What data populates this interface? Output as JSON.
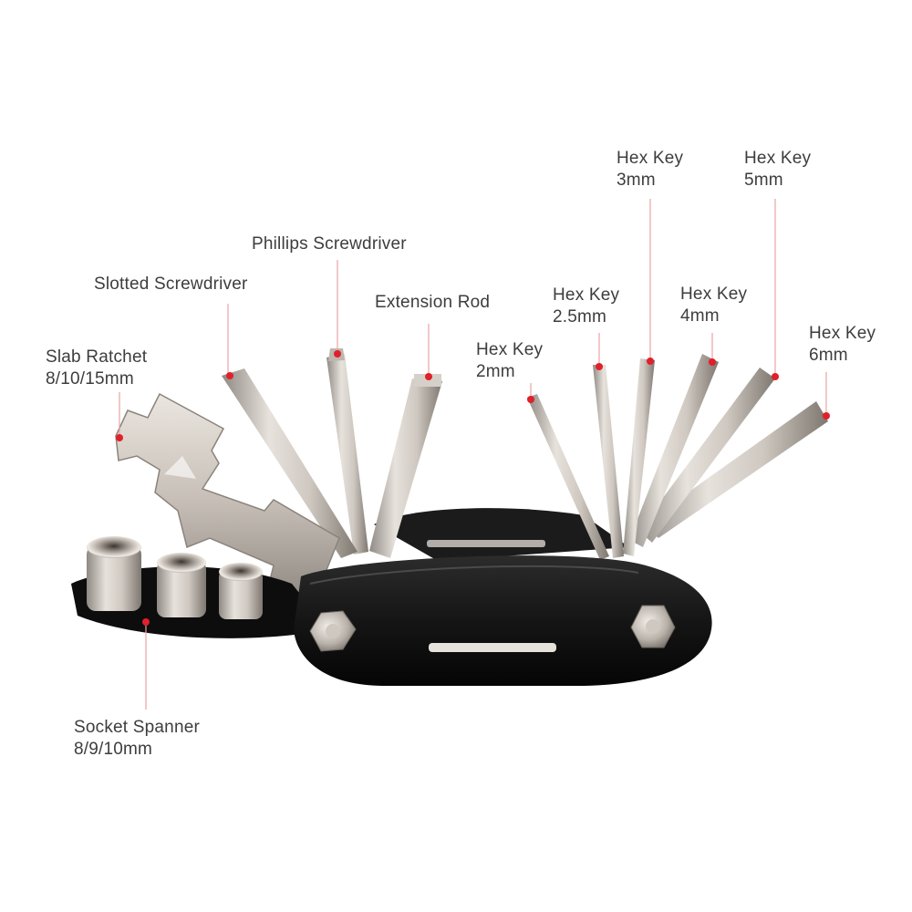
{
  "callouts": {
    "slab_ratchet": {
      "line1": "Slab Ratchet",
      "line2": "8/10/15mm"
    },
    "slotted_screwdriver": {
      "line1": "Slotted Screwdriver"
    },
    "phillips_screwdriver": {
      "line1": "Phillips Screwdriver"
    },
    "extension_rod": {
      "line1": "Extension Rod"
    },
    "hex_2": {
      "line1": "Hex Key",
      "line2": "2mm"
    },
    "hex_25": {
      "line1": "Hex Key",
      "line2": "2.5mm"
    },
    "hex_3": {
      "line1": "Hex Key",
      "line2": "3mm"
    },
    "hex_4": {
      "line1": "Hex Key",
      "line2": "4mm"
    },
    "hex_5": {
      "line1": "Hex Key",
      "line2": "5mm"
    },
    "hex_6": {
      "line1": "Hex Key",
      "line2": "6mm"
    },
    "socket_spanner": {
      "line1": "Socket Spanner",
      "line2": "8/9/10mm"
    }
  },
  "colors": {
    "callout_line": "#e8a3a3",
    "callout_dot": "#e0202a",
    "body": "#141414",
    "metal": "#c9c3bd"
  }
}
